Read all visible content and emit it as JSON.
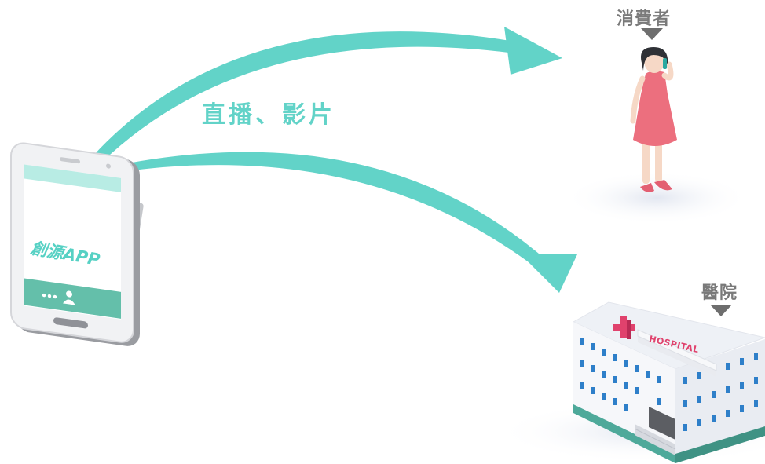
{
  "arrow_caption": "直播、影片",
  "phone": {
    "app_label": "創源APP",
    "icon": "smartphone-icon"
  },
  "targets": {
    "consumer": {
      "label": "消費者",
      "icon": "woman-on-phone-icon"
    },
    "hospital": {
      "label": "醫院",
      "sign": "HOSPITAL",
      "icon": "hospital-building-icon"
    }
  },
  "colors": {
    "accent": "#62d3c8",
    "label_gray": "#7a7a7a",
    "hospital_pink": "#e0426d",
    "dress_pink": "#ec6f7e"
  }
}
